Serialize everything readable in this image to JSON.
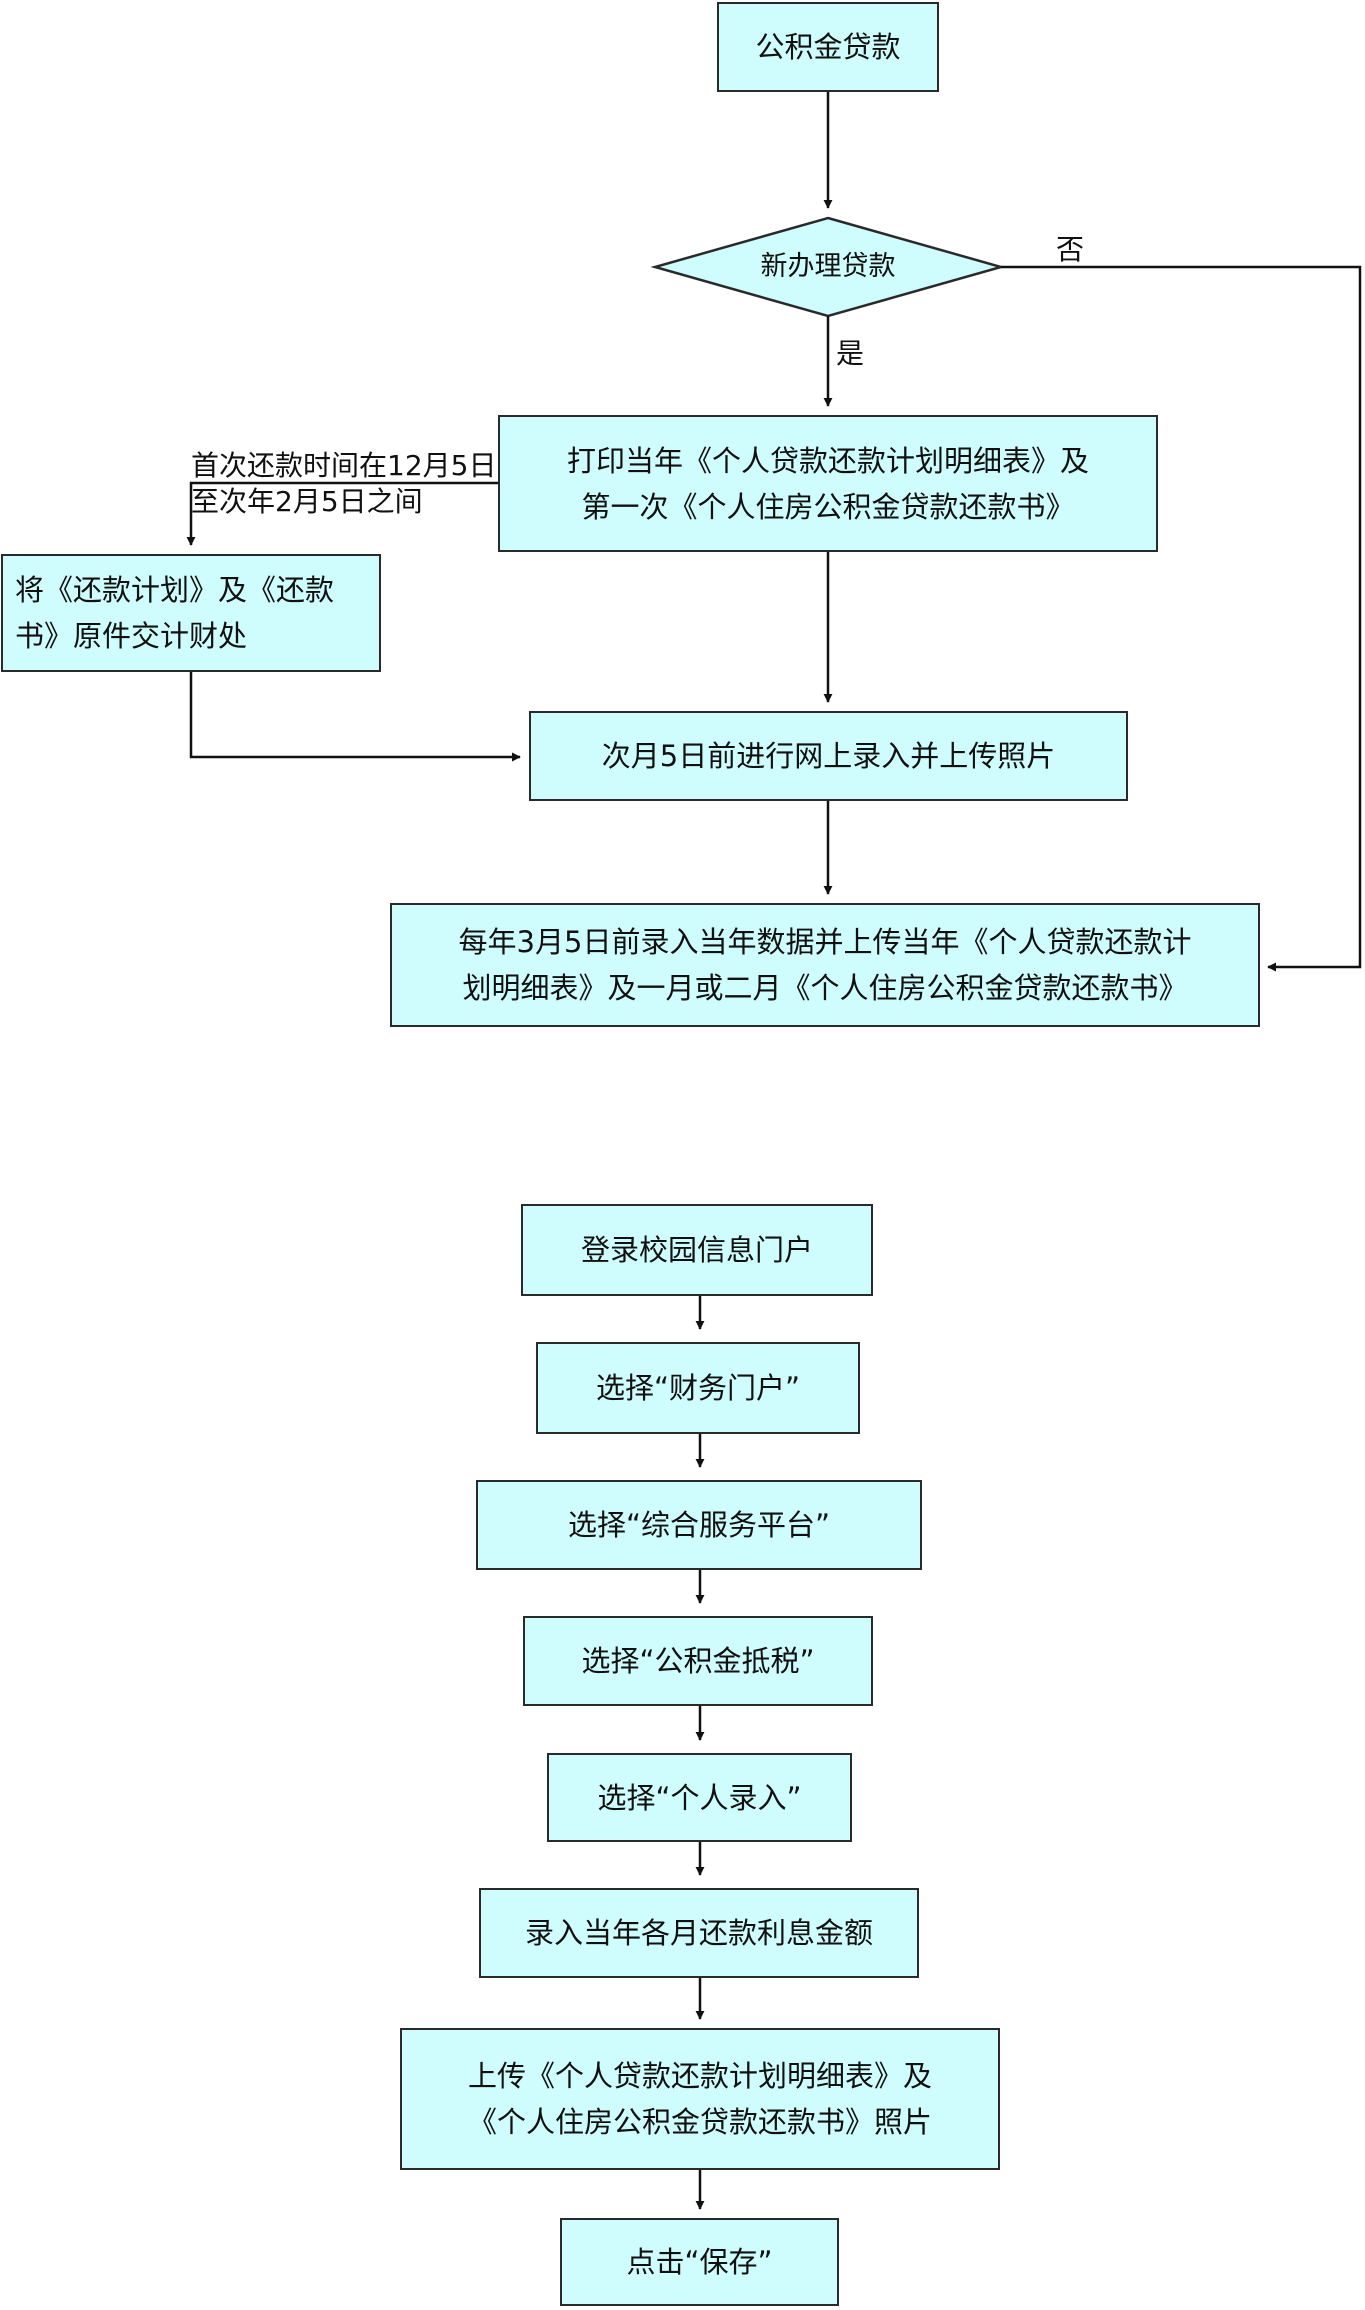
{
  "colors": {
    "box_fill": "#cffcfc",
    "stroke": "#2a2a2a"
  },
  "flow1": {
    "start": "公积金贷款",
    "decision": "新办理贷款",
    "yes_label": "是",
    "no_label": "否",
    "print_box": [
      "打印当年《个人贷款还款计划明细表》及",
      "第一次《个人住房公积金贷款还款书》"
    ],
    "branch_label": [
      "首次还款时间在12月5日",
      "至次年2月5日之间"
    ],
    "finance_box": [
      "将《还款计划》及《还款",
      "书》原件交计财处"
    ],
    "online_box": "次月5日前进行网上录入并上传照片",
    "annual_box": [
      "每年3月5日前录入当年数据并上传当年《个人贷款还款计",
      "划明细表》及一月或二月《个人住房公积金贷款还款书》"
    ]
  },
  "flow2": {
    "steps": [
      "登录校园信息门户",
      "选择“财务门户”",
      "选择“综合服务平台”",
      "选择“公积金抵税”",
      "选择“个人录入”",
      "录入当年各月还款利息金额",
      "上传《个人贷款还款计划明细表》及\n《个人住房公积金贷款还款书》照片",
      "点击“保存”"
    ]
  }
}
